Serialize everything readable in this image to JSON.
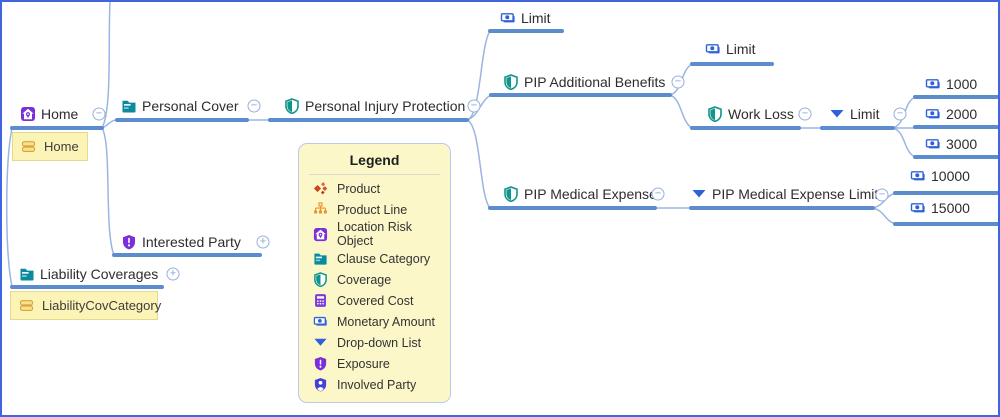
{
  "diagram": {
    "type": "mindmap-product-model",
    "symbols": {
      "collapse": "−",
      "expand": "+"
    },
    "nodes": {
      "home": {
        "label": "Home",
        "icon": "location-risk-object"
      },
      "personal_cover": {
        "label": "Personal Cover",
        "icon": "clause-category"
      },
      "personal_injury_protection": {
        "label": "Personal Injury Protection",
        "icon": "coverage"
      },
      "limit_pip": {
        "label": "Limit",
        "icon": "monetary-amount"
      },
      "pip_additional_benefits": {
        "label": "PIP Additional Benefits",
        "icon": "coverage"
      },
      "limit_additional": {
        "label": "Limit",
        "icon": "monetary-amount"
      },
      "work_loss": {
        "label": "Work Loss",
        "icon": "coverage"
      },
      "limit_work_loss": {
        "label": "Limit",
        "icon": "drop-down-list"
      },
      "wl_1000": {
        "label": "1000",
        "icon": "monetary-amount"
      },
      "wl_2000": {
        "label": "2000",
        "icon": "monetary-amount"
      },
      "wl_3000": {
        "label": "3000",
        "icon": "monetary-amount"
      },
      "pip_medical_expense": {
        "label": "PIP Medical Expense",
        "icon": "coverage"
      },
      "pip_medical_expense_limit": {
        "label": "PIP Medical Expense Limit",
        "icon": "drop-down-list"
      },
      "pme_10000": {
        "label": "10000",
        "icon": "monetary-amount"
      },
      "pme_15000": {
        "label": "15000",
        "icon": "monetary-amount"
      },
      "interested_party": {
        "label": "Interested Party",
        "icon": "exposure"
      },
      "liability_coverages": {
        "label": "Liability Coverages",
        "icon": "clause-category"
      },
      "home_category": {
        "label": "Home",
        "icon": "category"
      },
      "liability_cov_category": {
        "label": "LiabilityCovCategory",
        "icon": "category"
      }
    },
    "hierarchy": {
      "Home": [
        "Personal Cover",
        "Interested Party"
      ],
      "Personal Cover": [
        "Personal Injury Protection"
      ],
      "Personal Injury Protection": [
        "Limit",
        "PIP Additional Benefits",
        "PIP Medical Expense"
      ],
      "PIP Additional Benefits": [
        "Limit",
        "Work Loss"
      ],
      "Work Loss": [
        "Limit"
      ],
      "Limit (under Work Loss)": [
        "1000",
        "2000",
        "3000"
      ],
      "PIP Medical Expense": [
        "PIP Medical Expense Limit"
      ],
      "PIP Medical Expense Limit": [
        "10000",
        "15000"
      ]
    },
    "legend": {
      "title": "Legend",
      "items": [
        {
          "icon": "product",
          "label": "Product"
        },
        {
          "icon": "product-line",
          "label": "Product Line"
        },
        {
          "icon": "location-risk-object",
          "label": "Location Risk Object"
        },
        {
          "icon": "clause-category",
          "label": "Clause Category"
        },
        {
          "icon": "coverage",
          "label": "Coverage"
        },
        {
          "icon": "covered-cost",
          "label": "Covered Cost"
        },
        {
          "icon": "monetary-amount",
          "label": "Monetary Amount"
        },
        {
          "icon": "drop-down-list",
          "label": "Drop-down List"
        },
        {
          "icon": "exposure",
          "label": "Exposure"
        },
        {
          "icon": "involved-party",
          "label": "Involved Party"
        }
      ]
    },
    "colors": {
      "canvas_border": "#4164e1",
      "branch_line": "#5b8ccd",
      "connector_line": "#9bb5e2",
      "toggle": "#96b0de",
      "node_text": "#2d2d2d",
      "teal_folder": "#0b8a9e",
      "teal_shield": "#0f968b",
      "purple": "#7a2fd8",
      "blue_icon": "#2f62d9",
      "indigo_shield": "#4641d4",
      "orange": "#e8922a",
      "red_orange": "#cc4420",
      "yellow_box_bg": "#fcf4b6",
      "yellow_box_border": "#e3d98f",
      "legend_bg": "#fbf7c9",
      "legend_border": "#bcc8ec"
    }
  }
}
